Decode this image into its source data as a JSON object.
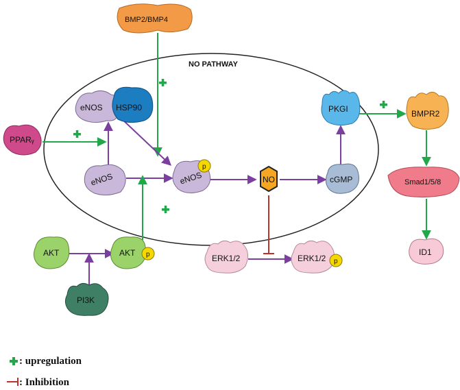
{
  "title": "NO PATHWAY",
  "nodes": {
    "bmp": "BMP2/BMP4",
    "eNOS_top": "eNOS",
    "hsp90": "HSP90",
    "ppar": "PPARᵧ",
    "eNOS_left": "eNOS",
    "eNOS_p": "eNOS",
    "no": "NO",
    "cgmp": "cGMP",
    "pkgi": "PKGI",
    "bmpr2": "BMPR2",
    "smad": "Smad1/5/8",
    "id1": "ID1",
    "akt": "AKT",
    "akt_p": "AKT",
    "pi3k": "PI3K",
    "erk": "ERK1/2",
    "erk_p": "ERK1/2"
  },
  "phospho_label": "p",
  "legend": {
    "upregulation": ": upregulation",
    "inhibition": ": Inhibition"
  },
  "colors": {
    "activation_arrow": "#22a84a",
    "pathway_arrow": "#7b3fa0",
    "inhibition": "#c0302b",
    "phospho": "#f5d800"
  }
}
